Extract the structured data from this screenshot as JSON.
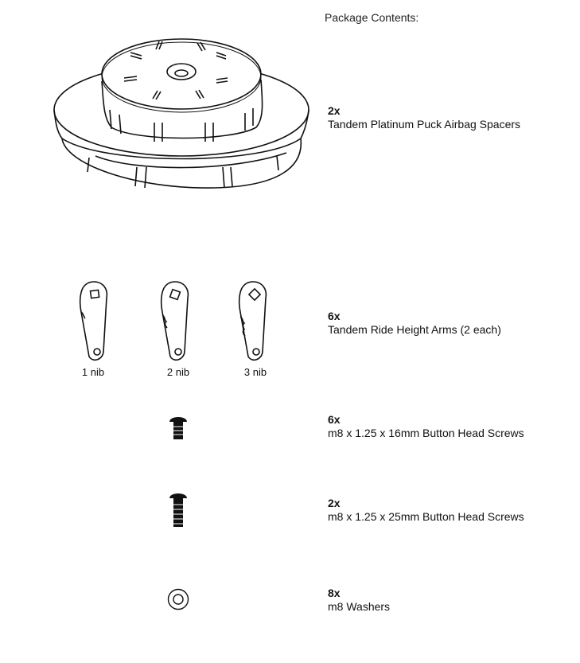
{
  "heading": "Package Contents:",
  "items": [
    {
      "qty": "2x",
      "desc": "Tandem Platinum Puck Airbag Spacers",
      "figure": "puck-airbag-spacer"
    },
    {
      "qty": "6x",
      "desc": "Tandem Ride Height Arms (2 each)",
      "figure": "ride-height-arms"
    },
    {
      "qty": "6x",
      "desc": "m8 x 1.25 x 16mm Button Head Screws",
      "figure": "short-screw"
    },
    {
      "qty": "2x",
      "desc": "m8 x 1.25 x 25mm Button Head Screws",
      "figure": "long-screw"
    },
    {
      "qty": "8x",
      "desc": "m8 Washers",
      "figure": "washer"
    }
  ],
  "arm_labels": [
    "1 nib",
    "2 nib",
    "3 nib"
  ]
}
